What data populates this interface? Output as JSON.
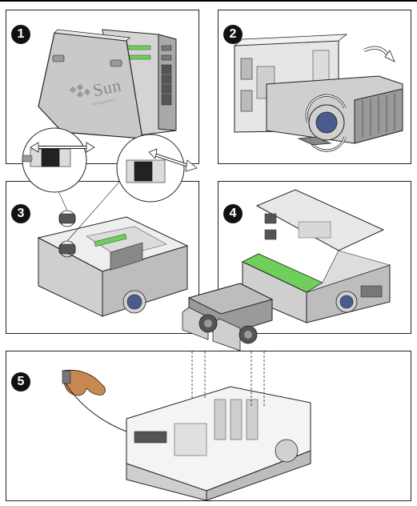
{
  "steps": [
    {
      "label": "1"
    },
    {
      "label": "2"
    },
    {
      "label": "3"
    },
    {
      "label": "4"
    },
    {
      "label": "5"
    }
  ],
  "panel1": {
    "logo_text": "Sun",
    "logo_sub": "microsystems"
  },
  "icons": {
    "rotate_arrow": "curved-arrow",
    "slide_arrow": "double-arrow",
    "wrist_strap": "esd-wrist-strap"
  },
  "colors": {
    "outline": "#222222",
    "metal_light": "#e6e6e6",
    "metal_mid": "#bdbdbd",
    "metal_dark": "#555555",
    "board_green": "#6fcf5a",
    "skin": "#c9884f",
    "fan_blue": "#4a5c8c"
  }
}
